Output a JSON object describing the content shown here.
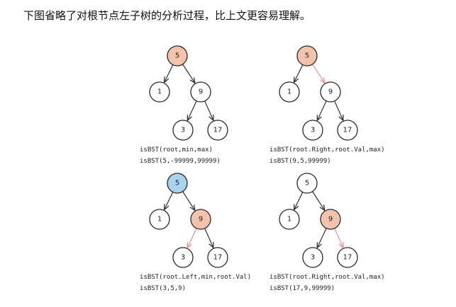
{
  "intro_text": "下图省略了对根节点左子树的分析过程，比上文更容易理解。",
  "colors": {
    "highlight_orange": "#f4c3ac",
    "highlight_blue": "#a9d3ef",
    "highlight_edge": "#ef8f8f"
  },
  "panels": [
    {
      "nodes": [
        {
          "label": "5",
          "highlight": "orange"
        },
        {
          "label": "1",
          "highlight": "none"
        },
        {
          "label": "9",
          "highlight": "none"
        },
        {
          "label": "3",
          "highlight": "none"
        },
        {
          "label": "17",
          "highlight": "none"
        }
      ],
      "highlighted_edge": "none",
      "caption_line1": "isBST(root,min,max)",
      "caption_line2": "isBST(5,-99999,99999)"
    },
    {
      "nodes": [
        {
          "label": "5",
          "highlight": "orange"
        },
        {
          "label": "1",
          "highlight": "none"
        },
        {
          "label": "9",
          "highlight": "none"
        },
        {
          "label": "3",
          "highlight": "none"
        },
        {
          "label": "17",
          "highlight": "none"
        }
      ],
      "highlighted_edge": "root-right",
      "caption_line1": "isBST(root.Right,root.Val,max)",
      "caption_line2": "isBST(9,5,99999)"
    },
    {
      "nodes": [
        {
          "label": "5",
          "highlight": "blue"
        },
        {
          "label": "1",
          "highlight": "none"
        },
        {
          "label": "9",
          "highlight": "orange"
        },
        {
          "label": "3",
          "highlight": "none"
        },
        {
          "label": "17",
          "highlight": "none"
        }
      ],
      "highlighted_edge": "right-left",
      "caption_line1": "isBST(root.Left,min,root.Val)",
      "caption_line2": "isBST(3,5,9)"
    },
    {
      "nodes": [
        {
          "label": "5",
          "highlight": "none"
        },
        {
          "label": "1",
          "highlight": "none"
        },
        {
          "label": "9",
          "highlight": "orange"
        },
        {
          "label": "3",
          "highlight": "none"
        },
        {
          "label": "17",
          "highlight": "none"
        }
      ],
      "highlighted_edge": "right-right",
      "caption_line1": "isBST(root.Right,root.Val,max)",
      "caption_line2": "isBST(17,9,99999)"
    }
  ]
}
